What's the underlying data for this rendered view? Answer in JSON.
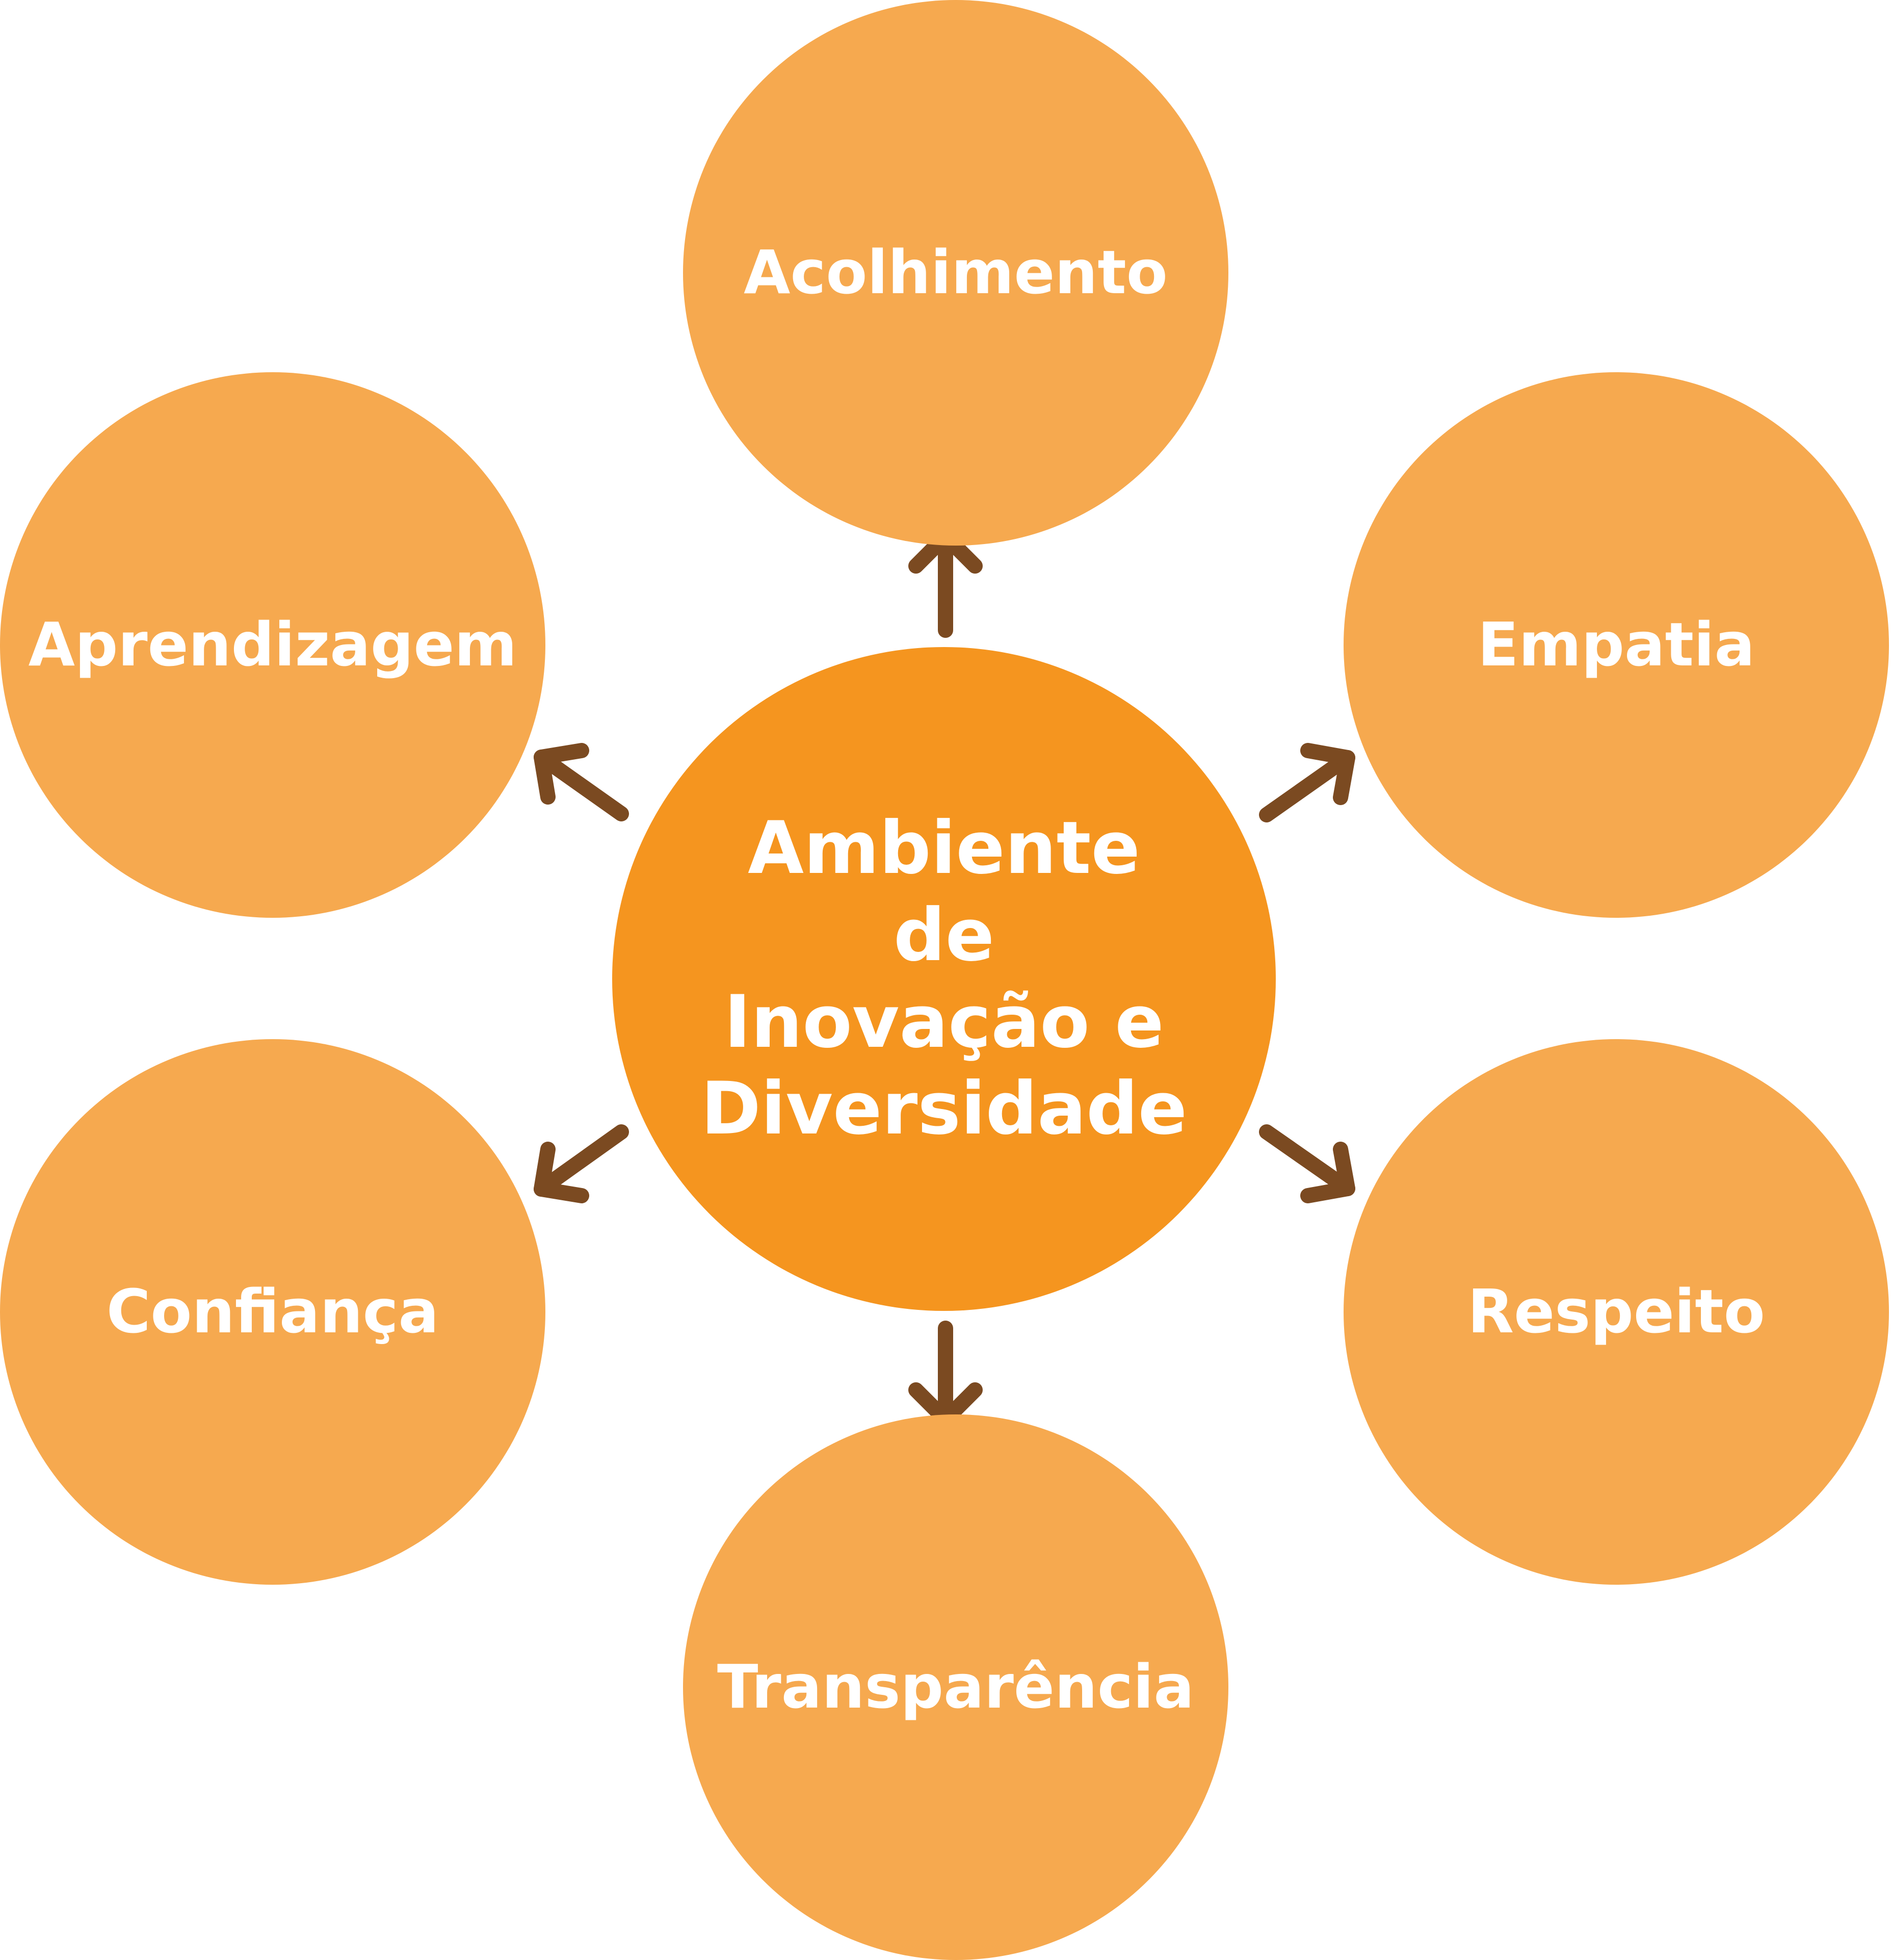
{
  "center": {
    "label": "Ambiente de Inovação e Diversidade"
  },
  "satellites": [
    {
      "label": "Acolhimento"
    },
    {
      "label": "Empatia"
    },
    {
      "label": "Respeito"
    },
    {
      "label": "Transparência"
    },
    {
      "label": "Confiança"
    },
    {
      "label": "Aprendizagem"
    }
  ],
  "colors": {
    "center_fill": "#f5951f",
    "satellite_fill": "#f6a94f",
    "arrow": "#7b4a21",
    "text": "#ffffff"
  }
}
